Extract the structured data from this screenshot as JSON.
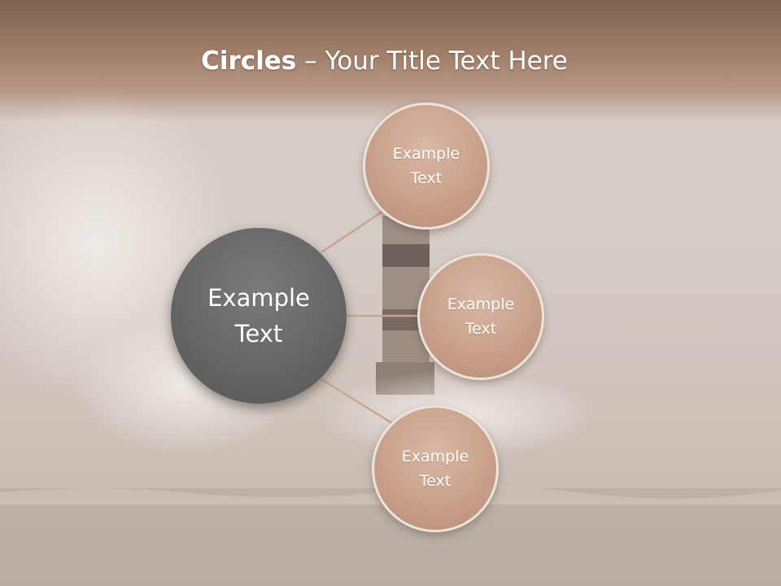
{
  "title": {
    "bold": "Circles",
    "rest": " – Your Title Text Here"
  },
  "center": {
    "line1": "Example",
    "line2": "Text"
  },
  "satellites": [
    {
      "line1": "Example",
      "line2": "Text"
    },
    {
      "line1": "Example",
      "line2": "Text"
    },
    {
      "line1": "Example",
      "line2": "Text"
    }
  ],
  "colors": {
    "title_band": "#a07f6a",
    "center_fill": "#666666",
    "satellite_fill": "#c9a18b",
    "connector": "#c7a591"
  }
}
